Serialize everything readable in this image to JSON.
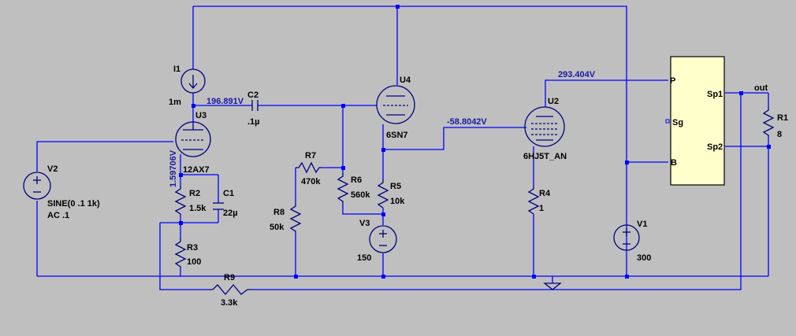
{
  "labels": {
    "I1": "I1",
    "I1_value": "1m",
    "U3": "U3",
    "U3_model": "12AX7",
    "U4": "U4",
    "U4_model": "6SN7",
    "U2": "U2",
    "U2_model": "6HJ5T_AN",
    "C2": "C2",
    "C2_value": ".1µ",
    "C1": "C1",
    "C1_value": "22µ",
    "R1": "R1",
    "R1_value": "8",
    "R2": "R2",
    "R2_value": "1.5k",
    "R3": "R3",
    "R3_value": "100",
    "R4": "R4",
    "R4_value": "1",
    "R5": "R5",
    "R5_value": "10k",
    "R6": "R6",
    "R6_value": "560k",
    "R7": "R7",
    "R7_value": "470k",
    "R8": "R8",
    "R8_value": "50k",
    "R9": "R9",
    "R9_value": "3.3k",
    "V1": "V1",
    "V1_value": "300",
    "V2": "V2",
    "V2_value1": "SINE(0 .1 1k)",
    "V2_value2": "AC .1",
    "V3": "V3",
    "V3_value": "150",
    "out": "out"
  },
  "transformer": {
    "P": "P",
    "Sg": "Sg",
    "B": "B",
    "Sp1": "Sp1",
    "Sp2": "Sp2"
  },
  "voltages": {
    "u3_plate": "196.891V",
    "u3_cathode": "1.59706V",
    "u2_grid": "-58.8042V",
    "u2_plate": "293.404V"
  },
  "colors": {
    "background": "#bfbfbf",
    "wire": "#0000ff",
    "component": "#000080",
    "voltage_label": "#1a1aa6",
    "transformer_fill": "#ffffcc"
  }
}
